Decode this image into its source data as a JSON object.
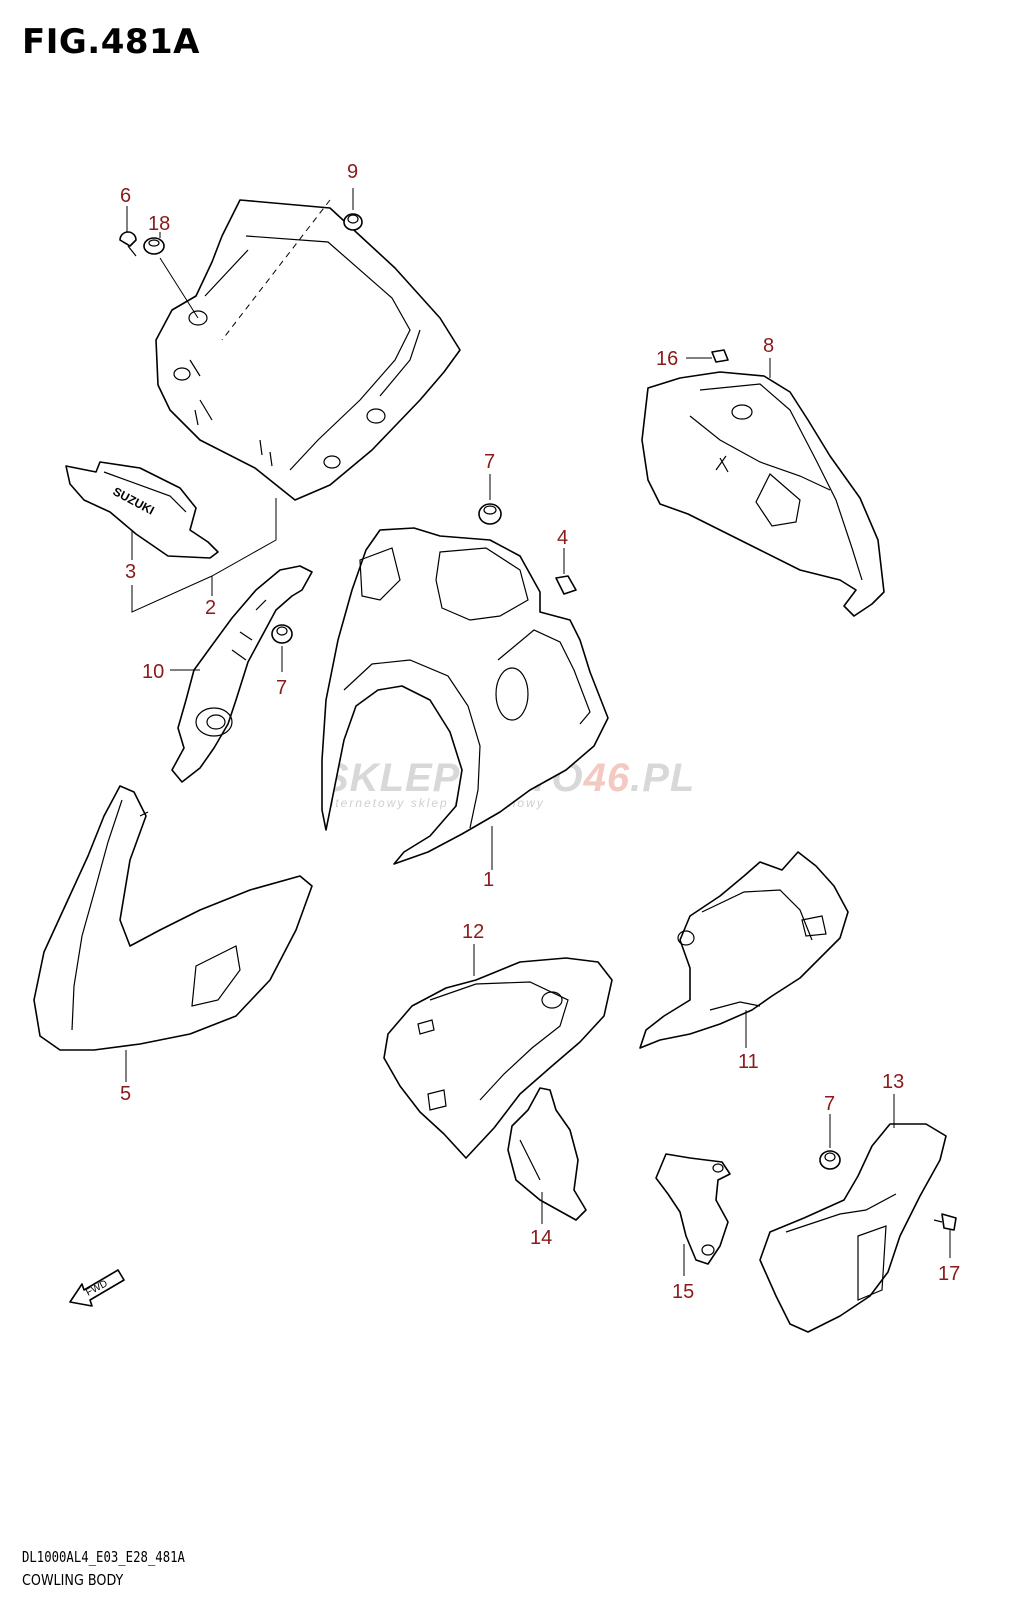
{
  "figure": {
    "title": "FIG.481A",
    "model_code": "DL1000AL4_E03_E28_481A",
    "name": "COWLING BODY"
  },
  "watermark": {
    "text_main": "SKLEPMOTO",
    "text_accent": "46",
    "text_suffix": ".PL",
    "subtitle": "internetowy sklep motocyklowy"
  },
  "brand_mark": "SUZUKI",
  "direction_mark": "FWD",
  "colors": {
    "callout": "#8b1a1a",
    "line": "#000000",
    "watermark": "#d8d8d8"
  },
  "callouts": [
    {
      "id": "c1",
      "label": "1"
    },
    {
      "id": "c2",
      "label": "2"
    },
    {
      "id": "c3",
      "label": "3"
    },
    {
      "id": "c4",
      "label": "4"
    },
    {
      "id": "c5",
      "label": "5"
    },
    {
      "id": "c6",
      "label": "6"
    },
    {
      "id": "c7a",
      "label": "7"
    },
    {
      "id": "c7b",
      "label": "7"
    },
    {
      "id": "c7c",
      "label": "7"
    },
    {
      "id": "c8",
      "label": "8"
    },
    {
      "id": "c9",
      "label": "9"
    },
    {
      "id": "c10",
      "label": "10"
    },
    {
      "id": "c11",
      "label": "11"
    },
    {
      "id": "c12",
      "label": "12"
    },
    {
      "id": "c13",
      "label": "13"
    },
    {
      "id": "c14",
      "label": "14"
    },
    {
      "id": "c15",
      "label": "15"
    },
    {
      "id": "c16",
      "label": "16"
    },
    {
      "id": "c17",
      "label": "17"
    },
    {
      "id": "c18",
      "label": "18"
    }
  ]
}
